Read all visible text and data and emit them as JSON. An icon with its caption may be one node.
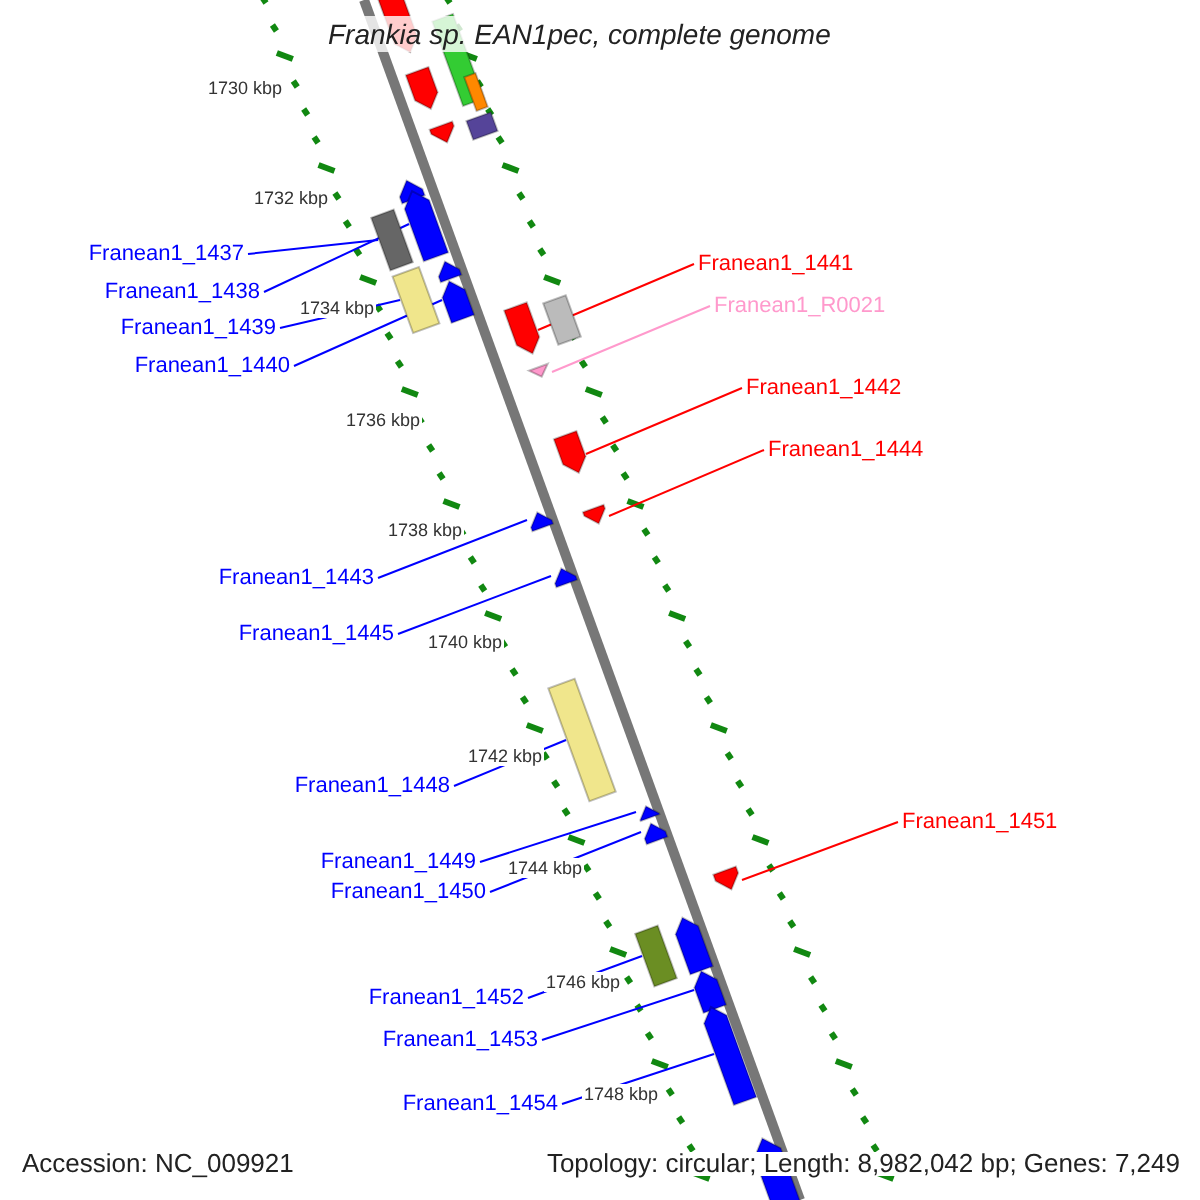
{
  "diagram": {
    "title": "Frankia sp. EAN1pec, complete genome",
    "nodes": [
      {
        "text": [
          "Franean1_1437"
        ]
      },
      {
        "text": [
          "Franean1_1441"
        ]
      },
      {
        "text": [
          "Franean1_1438"
        ]
      },
      {
        "text": [
          "Franean1_R0021"
        ]
      },
      {
        "text": [
          "Franean1_1439"
        ]
      },
      {
        "text": [
          "Franean1_1440"
        ]
      },
      {
        "text": [
          "Franean1_1442"
        ]
      },
      {
        "text": [
          "Franean1_1444"
        ]
      },
      {
        "text": [
          "Franean1_1443"
        ]
      },
      {
        "text": [
          "Franean1_1445"
        ]
      },
      {
        "text": [
          "Franean1_1448"
        ]
      },
      {
        "text": [
          "Franean1_1451"
        ]
      },
      {
        "text": [
          "Franean1_1449"
        ]
      },
      {
        "text": [
          "Franean1_1450"
        ]
      },
      {
        "text": [
          "Franean1_1452"
        ]
      },
      {
        "text": [
          "Franean1_1453"
        ]
      },
      {
        "text": [
          "Franean1_1454"
        ]
      },
      {
        "text": [],
        "shape": "pentagon"
      },
      {
        "text": [],
        "shape": "box"
      },
      {
        "text": [],
        "shape": "pentagon"
      },
      {
        "text": [],
        "shape": "box"
      },
      {
        "text": [],
        "shape": "box"
      },
      {
        "text": [],
        "shape": "pentagon"
      },
      {
        "text": [],
        "shape": "pentagon"
      },
      {
        "text": [],
        "shape": "pentagon"
      },
      {
        "text": [],
        "shape": "box"
      },
      {
        "text": [],
        "shape": "pentagon"
      },
      {
        "text": [],
        "shape": "pentagon"
      },
      {
        "text": [],
        "shape": "box"
      },
      {
        "text": [],
        "shape": "box"
      },
      {
        "text": [],
        "shape": "pentagon"
      },
      {
        "text": [],
        "shape": "pentagon"
      },
      {
        "text": [],
        "shape": "pentagon"
      },
      {
        "text": [],
        "shape": "pentagon"
      },
      {
        "text": [],
        "shape": "pentagon"
      },
      {
        "text": [],
        "shape": "pentagon"
      },
      {
        "text": [],
        "shape": "box"
      },
      {
        "text": [],
        "shape": "pentagon"
      },
      {
        "text": [],
        "shape": "pentagon"
      },
      {
        "text": [],
        "shape": "pentagon"
      },
      {
        "text": [],
        "shape": "pentagon"
      },
      {
        "text": [],
        "shape": "box"
      },
      {
        "text": [],
        "shape": "pentagon"
      },
      {
        "text": [],
        "shape": "pentagon"
      },
      {
        "text": [],
        "shape": "pentagon"
      }
    ],
    "edges": [
      {
        "from": 0,
        "to": 25,
        "arrow": "none"
      },
      {
        "from": 1,
        "to": 30,
        "arrow": "none",
        "color": "#ff0000"
      },
      {
        "from": 2,
        "to": 24,
        "arrow": "none"
      },
      {
        "from": 3,
        "to": 31,
        "arrow": "none",
        "color": "#ff99cc"
      },
      {
        "from": 4,
        "to": 28,
        "arrow": "none"
      },
      {
        "from": 5,
        "to": 27,
        "arrow": "none"
      },
      {
        "from": 6,
        "to": 32,
        "arrow": "none",
        "color": "#ff0000"
      },
      {
        "from": 7,
        "to": 33,
        "arrow": "none",
        "color": "#ff0000"
      },
      {
        "from": 8,
        "to": 34,
        "arrow": "none"
      },
      {
        "from": 9,
        "to": 35,
        "arrow": "none"
      },
      {
        "from": 10,
        "to": 36,
        "arrow": "none"
      },
      {
        "from": 11,
        "to": 39,
        "arrow": "none",
        "color": "#ff0000"
      },
      {
        "from": 12,
        "to": 37,
        "arrow": "none"
      },
      {
        "from": 13,
        "to": 38,
        "arrow": "none"
      },
      {
        "from": 14,
        "to": 41,
        "arrow": "none"
      },
      {
        "from": 15,
        "to": 42,
        "arrow": "none"
      },
      {
        "from": 16,
        "to": 43,
        "arrow": "none"
      }
    ],
    "labels": [
      "1730 kbp",
      "1732 kbp",
      "1734 kbp",
      "1736 kbp",
      "1738 kbp",
      "1740 kbp",
      "1742 kbp",
      "1744 kbp",
      "1746 kbp",
      "1748 kbp",
      "Accession: NC_009921",
      "Topology: circular; Length: 8,982,042 bp; Genes: 7,249"
    ]
  }
}
